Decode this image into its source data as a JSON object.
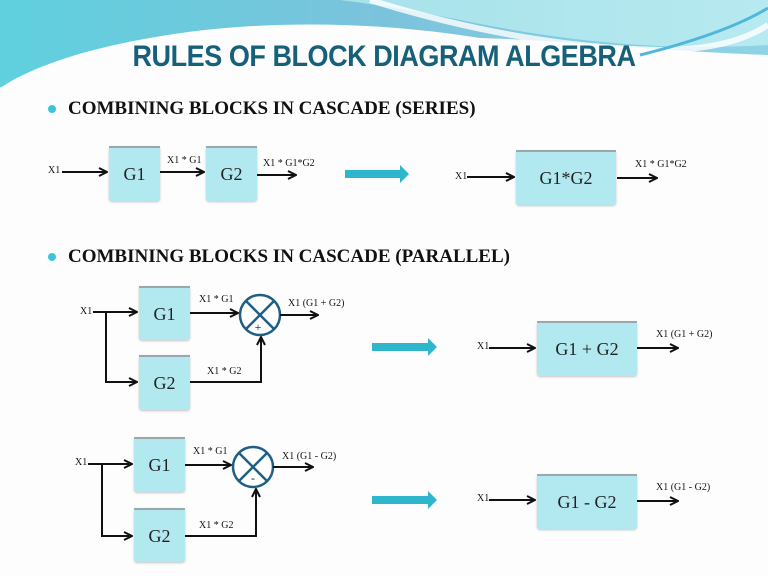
{
  "slide": {
    "title": "RULES OF BLOCK DIAGRAM ALGEBRA",
    "bullets": [
      "COMBINING BLOCKS IN CASCADE (SERIES)",
      "COMBINING BLOCKS IN CASCADE (PARALLEL)"
    ]
  },
  "colors": {
    "title": "#17607a",
    "block_fill": "#b2e8f0",
    "transform_arrow": "#2eb6cc",
    "summing_junction": "#1f5f86"
  },
  "series": {
    "input": "X1",
    "block1": "G1",
    "block2": "G2",
    "mid_signal": "X1 * G1",
    "output": "X1 * G1*G2",
    "equivalent": {
      "input": "X1",
      "block": "G1*G2",
      "output": "X1 * G1*G2"
    }
  },
  "parallel_add": {
    "input": "X1",
    "block1": "G1",
    "block2": "G2",
    "signal1": "X1 * G1",
    "signal2": "X1 * G2",
    "sign": "+",
    "output": "X1 (G1 + G2)",
    "equivalent": {
      "input": "X1",
      "block": "G1 + G2",
      "output": "X1 (G1 + G2)"
    }
  },
  "parallel_sub": {
    "input": "X1",
    "block1": "G1",
    "block2": "G2",
    "signal1": "X1 * G1",
    "signal2": "X1 * G2",
    "sign": "-",
    "output": "X1 (G1 - G2)",
    "equivalent": {
      "input": "X1",
      "block": "G1 - G2",
      "output": "X1 (G1 - G2)"
    }
  }
}
